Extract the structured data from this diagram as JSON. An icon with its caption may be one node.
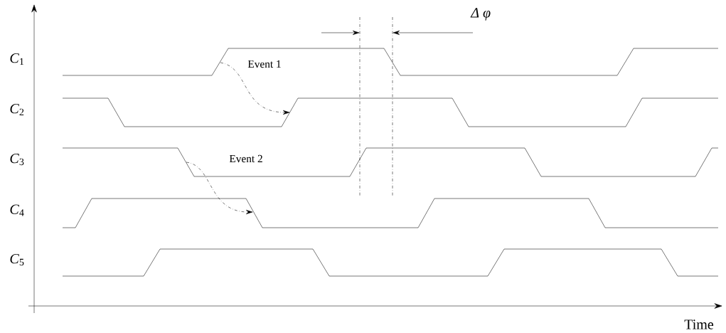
{
  "diagram": {
    "nodes": [
      {
        "text": [],
        "shape": "waveform",
        "beside": [
          "*C*$_{1}$"
        ]
      },
      {
        "text": [],
        "shape": "waveform",
        "beside": [
          "*C*$_{2}$"
        ]
      },
      {
        "text": [],
        "shape": "waveform",
        "beside": [
          "*C*$_{3}$"
        ]
      },
      {
        "text": [],
        "shape": "waveform",
        "beside": [
          "*C*$_{4}$"
        ]
      },
      {
        "text": [],
        "shape": "waveform",
        "beside": [
          "*C*$_{5}$"
        ]
      }
    ],
    "edges": [
      {
        "from": 0,
        "to": 1,
        "arrow": "to",
        "style": "dashed",
        "label": "Event 1"
      },
      {
        "from": 2,
        "to": 3,
        "arrow": "to",
        "style": "dashed",
        "label": "Event 2"
      }
    ],
    "labels": [
      "Δ φ",
      "Time"
    ]
  }
}
